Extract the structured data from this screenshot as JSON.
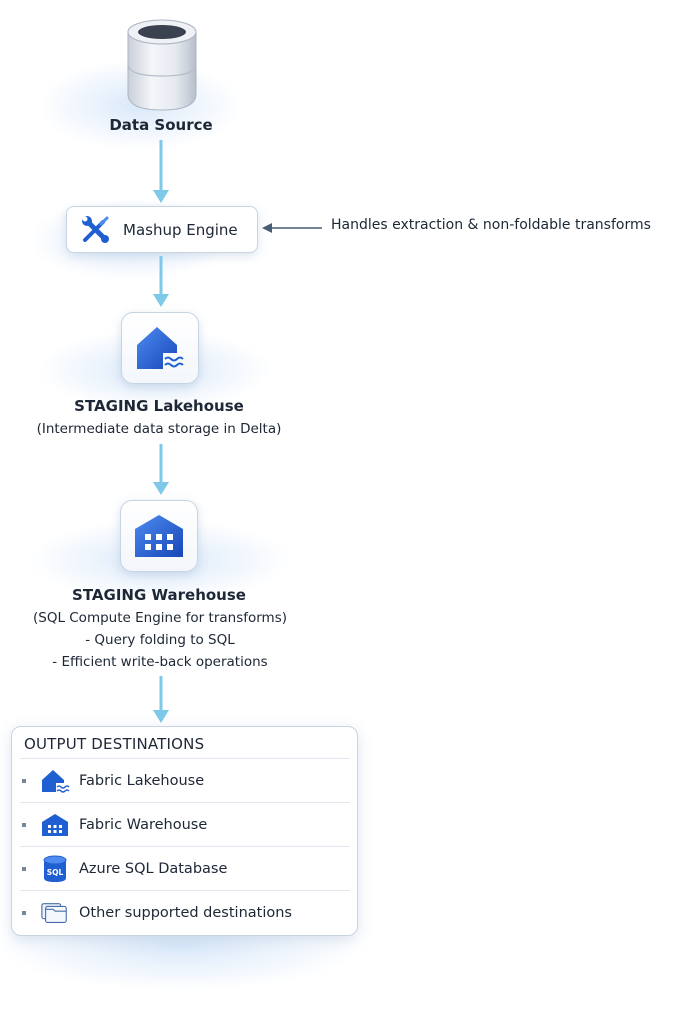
{
  "data_source": {
    "label": "Data Source"
  },
  "mashup_engine": {
    "label": "Mashup Engine"
  },
  "annotation": {
    "text": "Handles extraction & non-foldable transforms"
  },
  "staging_lakehouse": {
    "title": "STAGING Lakehouse",
    "subtitle": "(Intermediate data storage in Delta)"
  },
  "staging_warehouse": {
    "title": "STAGING Warehouse",
    "lines": [
      "(SQL Compute Engine for transforms)",
      "- Query folding to SQL",
      "- Efficient write-back operations"
    ]
  },
  "output_destinations": {
    "title": "OUTPUT DESTINATIONS",
    "items": [
      {
        "label": "Fabric Lakehouse",
        "icon": "lakehouse-icon"
      },
      {
        "label": "Fabric Warehouse",
        "icon": "warehouse-icon"
      },
      {
        "label": "Azure SQL Database",
        "icon": "sql-database-icon",
        "icon_text": "SQL"
      },
      {
        "label": "Other supported destinations",
        "icon": "folders-icon"
      }
    ]
  },
  "colors": {
    "flow_arrow": "#7ec8ea",
    "annotation_arrow": "#4a5d78",
    "icon_blue": "#1f5fd1",
    "icon_blue_light": "#4d8bf0",
    "border": "#c9d4e2"
  }
}
